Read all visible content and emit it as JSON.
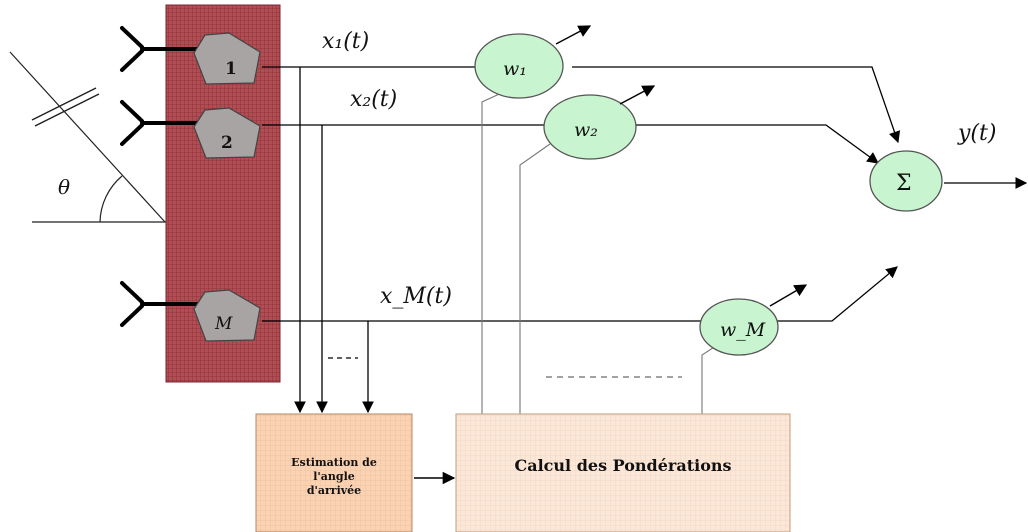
{
  "elements": {
    "element_1": "1",
    "element_2": "2",
    "element_M": "M"
  },
  "signals": {
    "x1": "x₁(t)",
    "x2": "x₂(t)",
    "xM": "x_M(t)"
  },
  "weights": {
    "w1": "w₁",
    "w2": "w₂",
    "wM": "w_M"
  },
  "sum_symbol": "Σ",
  "output_label": "y(t)",
  "angle_label": "θ",
  "blocks": {
    "estimation_line1": "Estimation de",
    "estimation_line2": "l'angle",
    "estimation_line3": "d'arrivée",
    "calcul": "Calcul des Pondérations"
  },
  "colors": {
    "array_panel": "#a8434a",
    "element_fill": "#a9a4a4",
    "weight_fill": "#c8f5cf",
    "estimation_fill": "#f8cfae",
    "calcul_fill": "#fbe6d6"
  }
}
